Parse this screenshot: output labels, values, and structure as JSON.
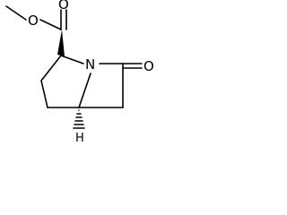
{
  "structure": {
    "atoms": {
      "ester_oxygen": "O",
      "carbonyl_oxygen_ester": "O",
      "ring_nitrogen": "N",
      "lactam_oxygen": "O",
      "bridgehead_hydrogen": "H"
    },
    "colors": {
      "ink": "#000000",
      "background": "#ffffff"
    }
  }
}
